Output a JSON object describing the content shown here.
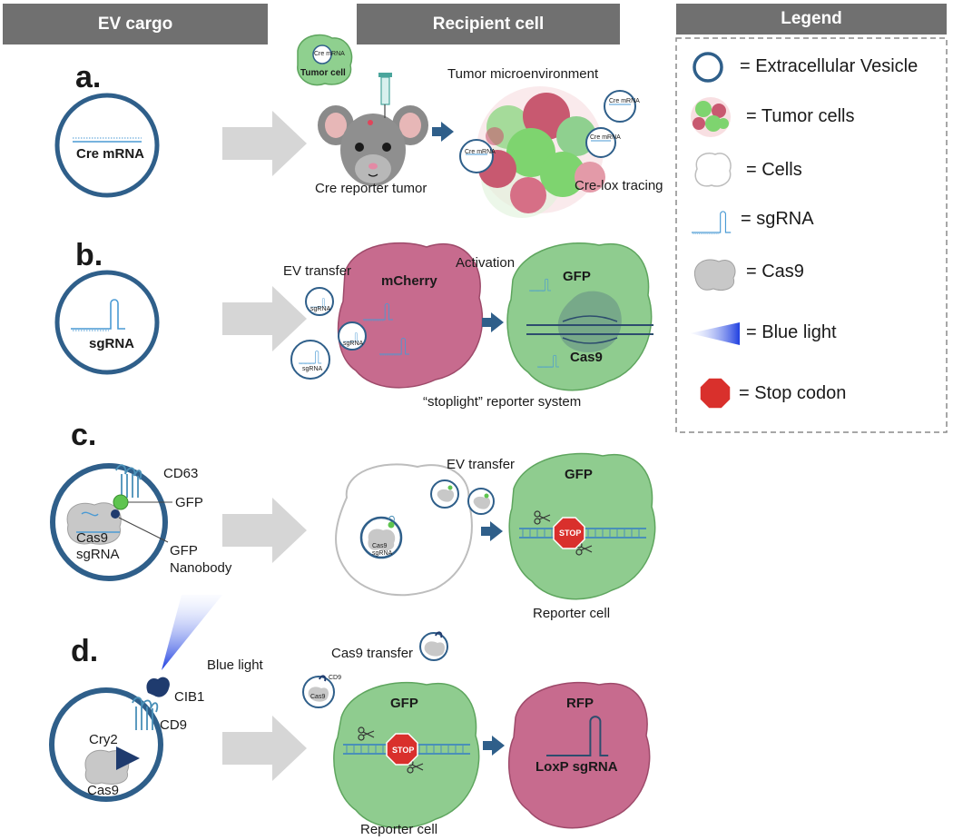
{
  "headers": {
    "ev_cargo": "EV cargo",
    "recipient_cell": "Recipient cell",
    "legend": "Legend"
  },
  "panels": {
    "a": {
      "letter": "a.",
      "cargo": "Cre mRNA",
      "tumor_cell": "Tumor cell",
      "tumor_microenvironment": "Tumor microenvironment",
      "cre_reporter_tumor": "Cre reporter tumor",
      "cre_lox_tracing": "Cre-lox tracing",
      "vesicle_mini_label": "Cre mRNA"
    },
    "b": {
      "letter": "b.",
      "cargo": "sgRNA",
      "ev_transfer": "EV transfer",
      "activation": "Activation",
      "mcherry": "mCherry",
      "gfp": "GFP",
      "cas9": "Cas9",
      "stoplight": "“stoplight” reporter system",
      "vesicle_mini_label": "sgRNA"
    },
    "c": {
      "letter": "c.",
      "cd63": "CD63",
      "gfp_label": "GFP",
      "gfp_nanobody_1": "GFP",
      "gfp_nanobody_2": "Nanobody",
      "cas9": "Cas9",
      "sgrna": "sgRNA",
      "ev_transfer": "EV transfer",
      "gfp": "GFP",
      "stop": "STOP",
      "reporter_cell": "Reporter cell",
      "inner_cas9": "Cas9",
      "inner_sgrna": "sgRNA"
    },
    "d": {
      "letter": "d.",
      "blue_light": "Blue light",
      "cib1": "CIB1",
      "cry2": "Cry2",
      "cd9": "CD9",
      "cas9": "Cas9",
      "cas9_transfer": "Cas9 transfer",
      "gfp": "GFP",
      "stop": "STOP",
      "reporter_cell": "Reporter cell",
      "rfp": "RFP",
      "loxp_sgrna": "LoxP sgRNA",
      "mini_cd9": "CD9",
      "mini_cas9": "Cas9"
    }
  },
  "legend": [
    {
      "icon": "extracellular-vesicle-icon",
      "label": "= Extracellular Vesicle"
    },
    {
      "icon": "tumor-cells-icon",
      "label": "= Tumor cells"
    },
    {
      "icon": "cell-outline-icon",
      "label": "= Cells"
    },
    {
      "icon": "sgrna-icon",
      "label": "= sgRNA"
    },
    {
      "icon": "cas9-icon",
      "label": "= Cas9"
    },
    {
      "icon": "blue-light-icon",
      "label": "= Blue light"
    },
    {
      "icon": "stop-sign-icon",
      "label": "= Stop codon"
    }
  ],
  "colors": {
    "vesicle_border": "#2f5f8a",
    "green_cell": "#8fcc8f",
    "green_cell_border": "#5ea55e",
    "pink_cell": "#c76b8e",
    "pink_cell_border": "#9e4a6a",
    "arrow_gray": "#d6d6d6",
    "arrow_blue": "#2f5f8a",
    "header_gray": "#707070",
    "stop_red": "#d9302c",
    "rna_blue": "#4a9ad4"
  }
}
